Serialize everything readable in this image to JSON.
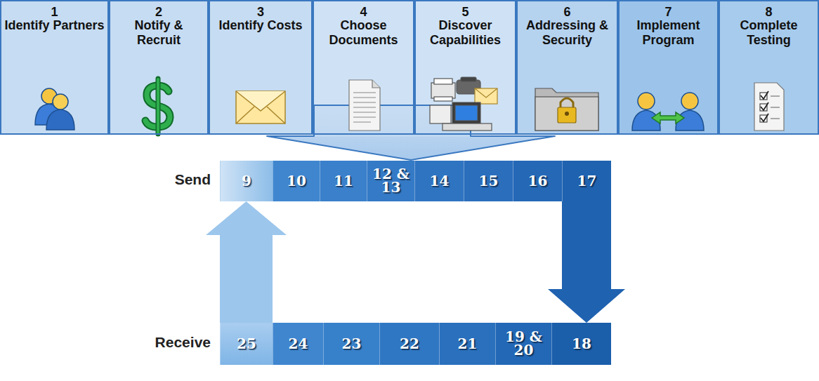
{
  "diagram": {
    "nodes": [
      {
        "text": [
          "1",
          "Identify Partners"
        ]
      },
      {
        "text": [
          "2",
          "Notify & Recruit"
        ]
      },
      {
        "text": [
          "3",
          "Identify Costs"
        ]
      },
      {
        "text": [
          "4",
          "Choose Documents"
        ]
      },
      {
        "text": [
          "5",
          "Discover Capabilities"
        ]
      },
      {
        "text": [
          "6",
          "Addressing & Security"
        ]
      },
      {
        "text": [
          "7",
          "Implement Program"
        ]
      },
      {
        "text": [
          "8",
          "Complete Testing"
        ]
      },
      {
        "text": [
          "9"
        ]
      },
      {
        "text": [
          "10"
        ]
      },
      {
        "text": [
          "11"
        ]
      },
      {
        "text": [
          "12 & 13"
        ]
      },
      {
        "text": [
          "14"
        ]
      },
      {
        "text": [
          "15"
        ]
      },
      {
        "text": [
          "16"
        ]
      },
      {
        "text": [
          "17"
        ]
      },
      {
        "text": [
          "25"
        ]
      },
      {
        "text": [
          "24"
        ]
      },
      {
        "text": [
          "23"
        ]
      },
      {
        "text": [
          "22"
        ]
      },
      {
        "text": [
          "21"
        ]
      },
      {
        "text": [
          "19 & 20"
        ]
      },
      {
        "text": [
          "18"
        ]
      }
    ],
    "edges": [
      {
        "from": 15,
        "to": 22,
        "arrow": "to"
      },
      {
        "from": 16,
        "to": 8,
        "arrow": "to"
      }
    ],
    "labels": [
      "Send",
      "Receive"
    ]
  }
}
